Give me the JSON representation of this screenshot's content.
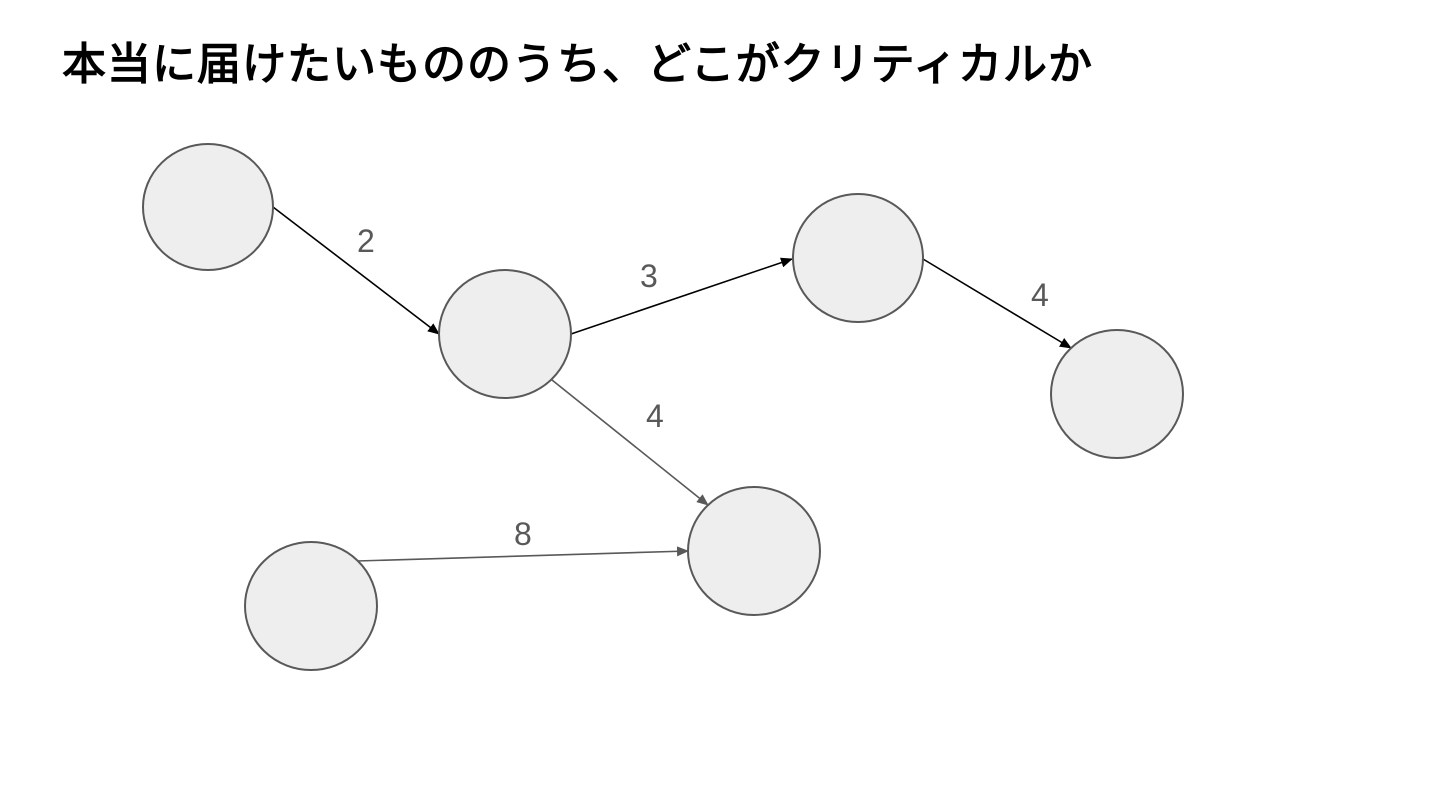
{
  "slide": {
    "title": "本当に届けたいもののうち、どこがクリティカルか"
  },
  "diagram": {
    "nodes": [
      {
        "id": "n1"
      },
      {
        "id": "n2"
      },
      {
        "id": "n3"
      },
      {
        "id": "n4"
      },
      {
        "id": "n5"
      },
      {
        "id": "n6"
      }
    ],
    "edges": [
      {
        "from": "n1",
        "to": "n2",
        "label": "2",
        "color": "#000000"
      },
      {
        "from": "n2",
        "to": "n3",
        "label": "3",
        "color": "#000000"
      },
      {
        "from": "n3",
        "to": "n4",
        "label": "4",
        "color": "#000000"
      },
      {
        "from": "n2",
        "to": "n5",
        "label": "4",
        "color": "#595959"
      },
      {
        "from": "n6",
        "to": "n5",
        "label": "8",
        "color": "#595959"
      }
    ],
    "node_fill": "#eeeeee",
    "node_stroke": "#595959"
  }
}
